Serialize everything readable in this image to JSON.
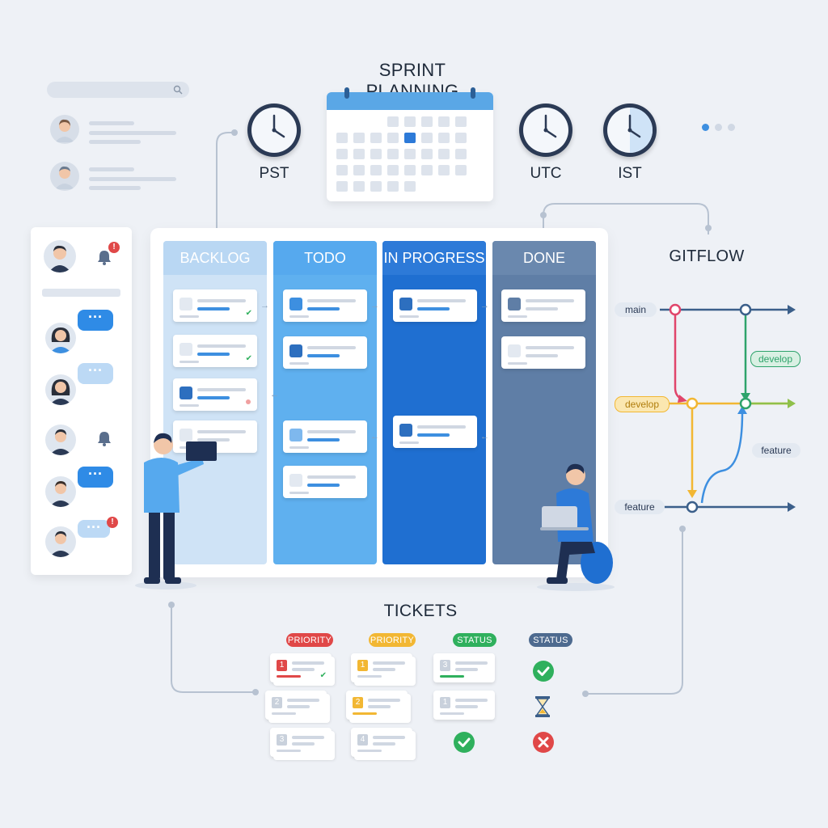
{
  "headers": {
    "sprint_planning": "SPRINT PLANNING",
    "gitflow": "GITFLOW",
    "tickets": "TICKETS"
  },
  "timezones": [
    "PST",
    "UTC",
    "IST"
  ],
  "board": {
    "columns": [
      {
        "label": "BACKLOG",
        "color": "#b9d7f3"
      },
      {
        "label": "TODO",
        "color": "#56a9ee"
      },
      {
        "label": "IN PROGRESS",
        "color": "#1f6fd1"
      },
      {
        "label": "DONE",
        "color": "#5f7ea6"
      }
    ]
  },
  "gitflow": {
    "branches": {
      "main": "main",
      "develop": "develop",
      "develop_top": "develop",
      "feature": "feature",
      "feature_right": "feature"
    },
    "colors": {
      "main": "#e0456b",
      "develop": "#f2b733",
      "feature": "#3d8fe0",
      "develop_green": "#2ea36b",
      "line": "#3b5f8a"
    }
  },
  "tickets": {
    "tags": [
      {
        "label": "PRIORITY",
        "color": "#e04848"
      },
      {
        "label": "PRIORITY",
        "color": "#f2b733"
      },
      {
        "label": "STATUS",
        "color": "#2fb05d"
      },
      {
        "label": "STATUS",
        "color": "#4d6a8f"
      }
    ],
    "numbers": [
      "1",
      "2",
      "3",
      "1",
      "2",
      "4",
      "3",
      "1"
    ]
  },
  "icons": [
    "search-icon",
    "bell-icon",
    "chat-bubble-icon",
    "clock-icon",
    "calendar-icon",
    "check-icon",
    "hourglass-icon",
    "cross-icon",
    "laptop-icon"
  ]
}
